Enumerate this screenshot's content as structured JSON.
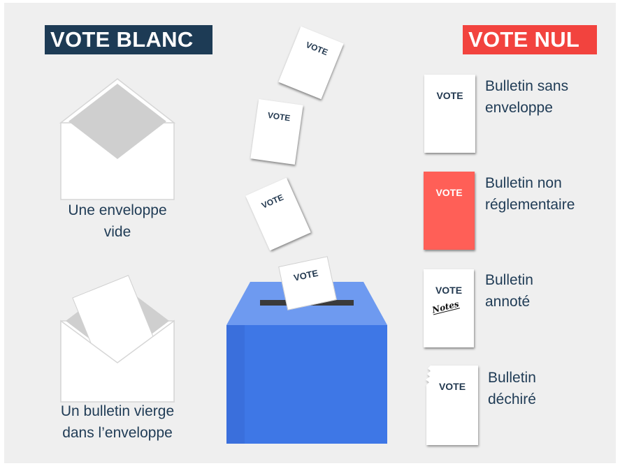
{
  "colors": {
    "blanc_title_bg": "#1d3b55",
    "nul_title_bg": "#f2433e",
    "ballot_red": "#ff5f57",
    "box_front": "#3e77e6",
    "box_top": "#6e9af0",
    "envelope_inner": "#cfcfcf",
    "text_dark": "#1f3b55"
  },
  "vote_blanc": {
    "title": "VOTE BLANC",
    "empty_envelope_caption": [
      "Une enveloppe",
      "vide"
    ],
    "blank_ballot_caption": [
      "Un bulletin vierge",
      "dans l’enveloppe"
    ]
  },
  "ballot_box": {
    "ballot_text": "VOTE",
    "falling_ballots": [
      "VOTE",
      "VOTE",
      "VOTE"
    ]
  },
  "vote_nul": {
    "title": "VOTE NUL",
    "items": [
      {
        "ballot_text": "VOTE",
        "label": [
          "Bulletin sans",
          "enveloppe"
        ]
      },
      {
        "ballot_text": "VOTE",
        "label": [
          "Bulletin non",
          "réglementaire"
        ]
      },
      {
        "ballot_text": "VOTE",
        "annotation": "Notes",
        "label": [
          "Bulletin",
          "annoté"
        ]
      },
      {
        "ballot_text": "VOTE",
        "label": [
          "Bulletin",
          "déchiré"
        ]
      }
    ]
  }
}
